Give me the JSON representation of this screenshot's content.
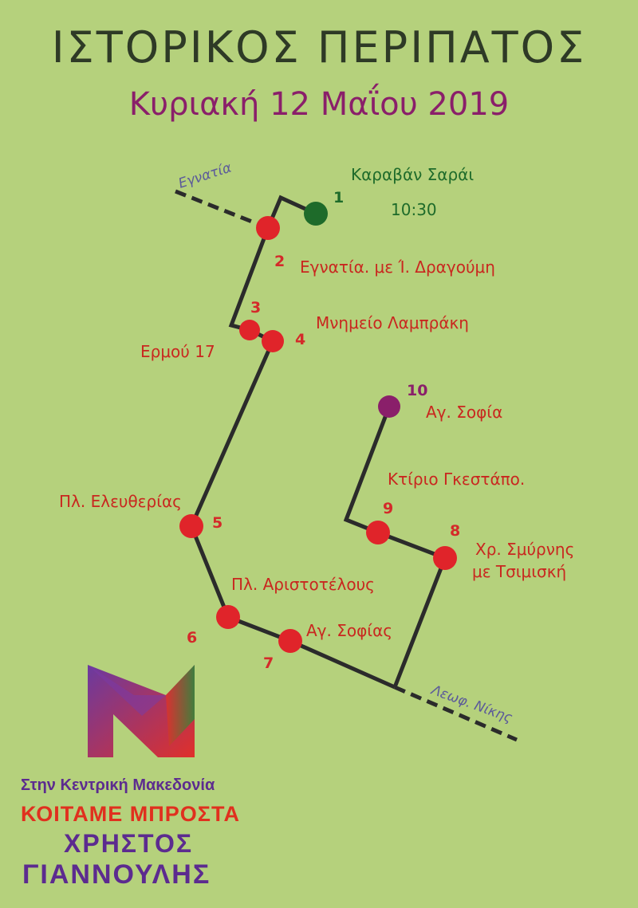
{
  "poster": {
    "title": "ΙΣΤΟΡΙΚΟΣ ΠΕΡΙΠΑΤΟΣ",
    "date": "Κυριακή 12 Μαΐου 2019"
  },
  "streets": {
    "egnatia": "Εγνατία",
    "leof_nikis": "Λεωφ. Νίκης"
  },
  "stops": [
    {
      "number": "1",
      "label": "Καραβάν Σαράι",
      "time": "10:30",
      "color": "#1e6b2a"
    },
    {
      "number": "2",
      "label": "Εγνατία. με Ί. Δραγούμη",
      "color": "#e0242a"
    },
    {
      "number": "3",
      "label": "Ερμού 17",
      "color": "#e0242a"
    },
    {
      "number": "4",
      "label": "Μνημείο Λαμπράκη",
      "color": "#e0242a"
    },
    {
      "number": "5",
      "label": "Πλ. Ελευθερίας",
      "color": "#e0242a"
    },
    {
      "number": "6",
      "label": "Πλ. Αριστοτέλους",
      "color": "#e0242a"
    },
    {
      "number": "7",
      "label": "Αγ. Σοφίας",
      "color": "#e0242a"
    },
    {
      "number": "8",
      "label": "Χρ. Σμύρνης",
      "label2": "με Τσιμισκή",
      "color": "#e0242a"
    },
    {
      "number": "9",
      "label": "Κτίριο Γκεστάπο.",
      "color": "#e0242a"
    },
    {
      "number": "10",
      "label": "Αγ. Σοφία",
      "color": "#8a1f6a"
    }
  ],
  "footer": {
    "tagline": "Στην Κεντρική Μακεδονία",
    "slogan": "ΚΟΙΤΑΜΕ ΜΠΡΟΣΤΑ",
    "name_line1": "ΧΡΗΣΤΟΣ",
    "name_line2": "ΓΙΑΝΝΟΥΛΗΣ"
  },
  "colors": {
    "background": "#b5d17c",
    "route": "#2b2b2b",
    "stop_red": "#e0242a",
    "start_green": "#1e6b2a",
    "end_purple": "#8a1f6a",
    "brand_purple": "#5c2b8f"
  }
}
